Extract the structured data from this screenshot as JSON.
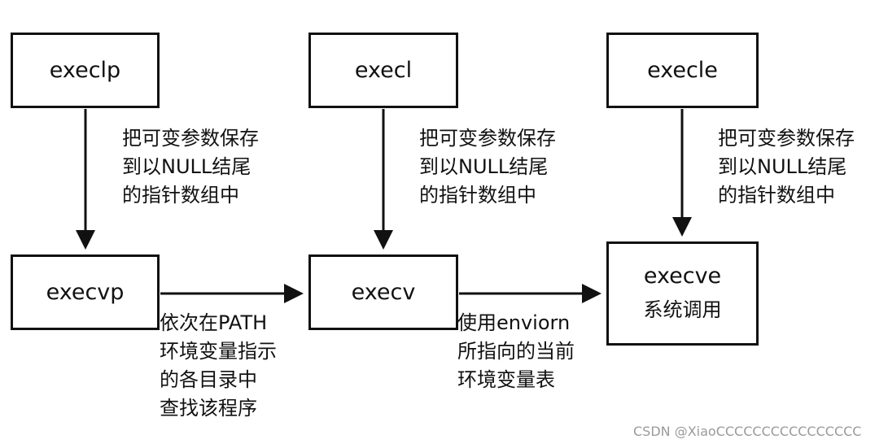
{
  "boxes": {
    "execlp": "execlp",
    "execl": "execl",
    "execle": "execle",
    "execvp": "execvp",
    "execv": "execv",
    "execve": "execve",
    "execve_sub": "系统调用"
  },
  "notes": {
    "execlp": "把可变参数保存\n到以NULL结尾\n的指针数组中",
    "execl": "把可变参数保存\n到以NULL结尾\n的指针数组中",
    "execle": "把可变参数保存\n到以NULL结尾\n的指针数组中",
    "path_search": "依次在PATH\n环境变量指示\n的各目录中\n查找该程序",
    "use_env": "使用enviorn\n所指向的当前\n环境变量表"
  },
  "watermark": "CSDN @XiaoCCCCCCCCCCCCCCCC"
}
